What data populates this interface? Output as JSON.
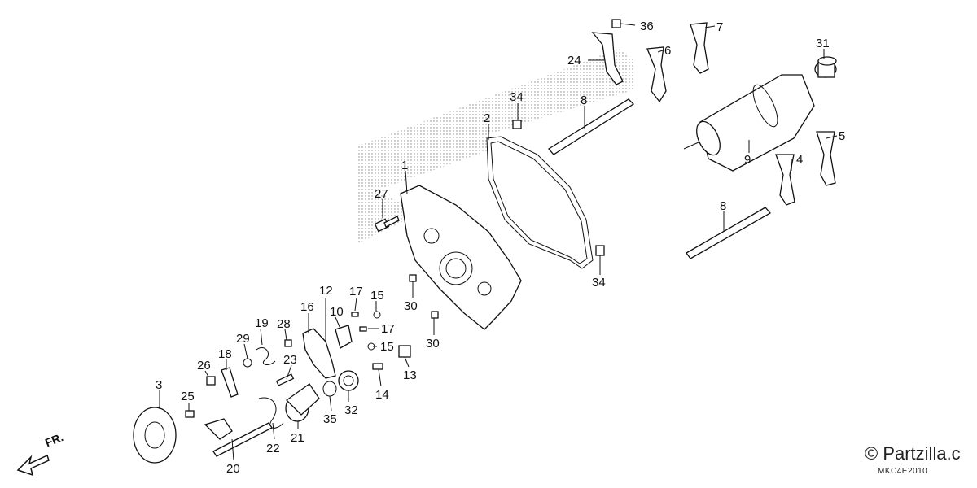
{
  "diagram": {
    "direction_label": "FR.",
    "copyright": "© Partzilla.c",
    "code": "MKC4E2010",
    "callouts": [
      {
        "id": "c1",
        "text": "1"
      },
      {
        "id": "c2",
        "text": "2"
      },
      {
        "id": "c3",
        "text": "3"
      },
      {
        "id": "c4",
        "text": "4"
      },
      {
        "id": "c5",
        "text": "5"
      },
      {
        "id": "c6",
        "text": "6"
      },
      {
        "id": "c7",
        "text": "7"
      },
      {
        "id": "c8a",
        "text": "8"
      },
      {
        "id": "c8b",
        "text": "8"
      },
      {
        "id": "c9",
        "text": "9"
      },
      {
        "id": "c10",
        "text": "10"
      },
      {
        "id": "c12",
        "text": "12"
      },
      {
        "id": "c13",
        "text": "13"
      },
      {
        "id": "c14",
        "text": "14"
      },
      {
        "id": "c15a",
        "text": "15"
      },
      {
        "id": "c15b",
        "text": "15"
      },
      {
        "id": "c16",
        "text": "16"
      },
      {
        "id": "c17a",
        "text": "17"
      },
      {
        "id": "c17b",
        "text": "17"
      },
      {
        "id": "c18",
        "text": "18"
      },
      {
        "id": "c19",
        "text": "19"
      },
      {
        "id": "c20",
        "text": "20"
      },
      {
        "id": "c21",
        "text": "21"
      },
      {
        "id": "c22",
        "text": "22"
      },
      {
        "id": "c23",
        "text": "23"
      },
      {
        "id": "c24",
        "text": "24"
      },
      {
        "id": "c25",
        "text": "25"
      },
      {
        "id": "c26",
        "text": "26"
      },
      {
        "id": "c27",
        "text": "27"
      },
      {
        "id": "c28",
        "text": "28"
      },
      {
        "id": "c29",
        "text": "29"
      },
      {
        "id": "c30a",
        "text": "30"
      },
      {
        "id": "c30b",
        "text": "30"
      },
      {
        "id": "c31",
        "text": "31"
      },
      {
        "id": "c32",
        "text": "32"
      },
      {
        "id": "c34a",
        "text": "34"
      },
      {
        "id": "c34b",
        "text": "34"
      },
      {
        "id": "c35",
        "text": "35"
      },
      {
        "id": "c36",
        "text": "36"
      }
    ]
  }
}
